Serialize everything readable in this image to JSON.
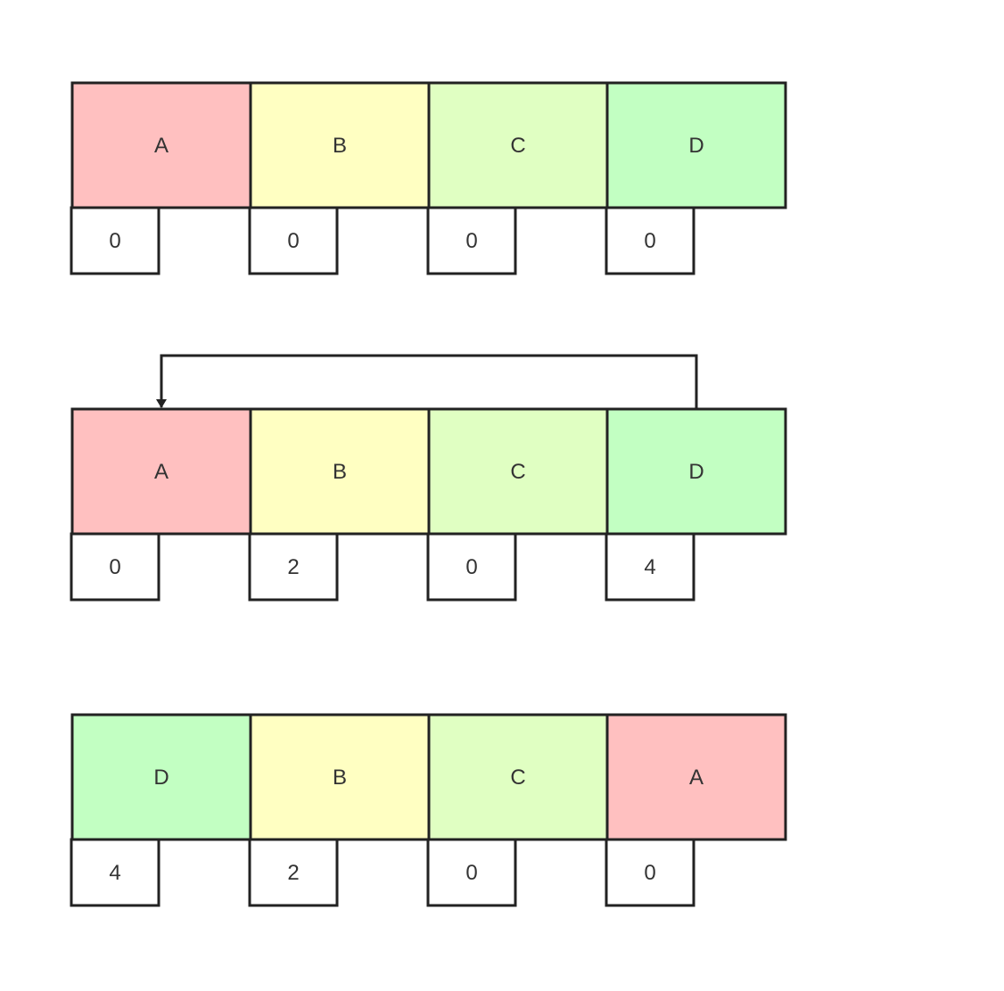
{
  "colors": {
    "A": "#ffc0c0",
    "B": "#ffffc2",
    "C": "#e0ffc2",
    "D": "#c2ffc2",
    "stroke": "#222222",
    "text": "#333333",
    "counter_bg": "#ffffff"
  },
  "rows": [
    {
      "cells": [
        {
          "label": "A",
          "count": "0"
        },
        {
          "label": "B",
          "count": "0"
        },
        {
          "label": "C",
          "count": "0"
        },
        {
          "label": "D",
          "count": "0"
        }
      ]
    },
    {
      "cells": [
        {
          "label": "A",
          "count": "0"
        },
        {
          "label": "B",
          "count": "2"
        },
        {
          "label": "C",
          "count": "0"
        },
        {
          "label": "D",
          "count": "4"
        }
      ],
      "arrow": {
        "from": "D",
        "to": "A"
      }
    },
    {
      "cells": [
        {
          "label": "D",
          "count": "4"
        },
        {
          "label": "B",
          "count": "2"
        },
        {
          "label": "C",
          "count": "0"
        },
        {
          "label": "A",
          "count": "0"
        }
      ]
    }
  ]
}
